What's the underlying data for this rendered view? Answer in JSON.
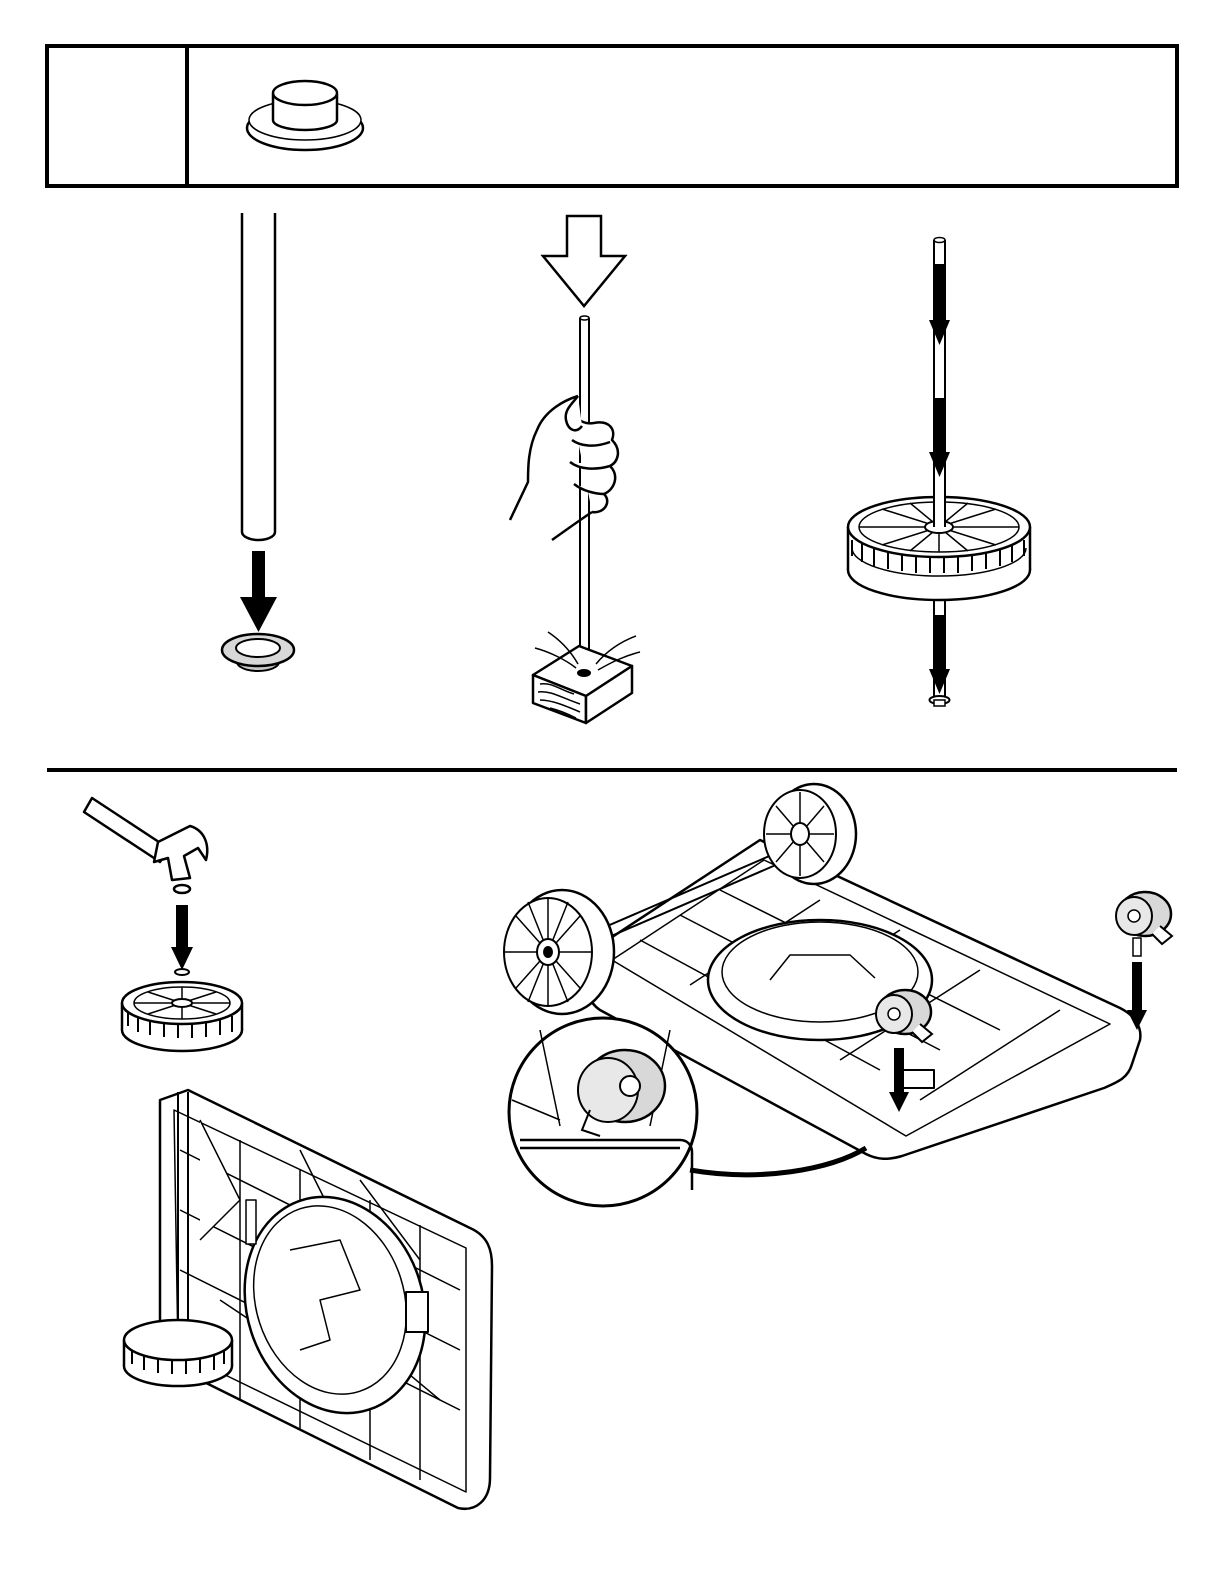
{
  "page": {
    "parts_box": {
      "step_label": "",
      "part_icon": "push-cap-icon",
      "part_label": ""
    },
    "figures": [
      {
        "id": "fig-cap-on-axle",
        "icon": "push-cap-onto-axle"
      },
      {
        "id": "fig-seat-cap-in-wood",
        "icon": "hand-driving-axle-into-wood"
      },
      {
        "id": "fig-wheel-on-axle",
        "icon": "wheel-slid-onto-axle"
      },
      {
        "id": "fig-hammer-wheel",
        "icon": "hammer-cap-onto-wheel-axle"
      },
      {
        "id": "fig-deck-assembly",
        "icon": "deck-with-wheels-and-adjusters"
      }
    ],
    "colors": {
      "ink": "#000000",
      "paper": "#ffffff",
      "part_fill": "#d8d8d8"
    }
  }
}
